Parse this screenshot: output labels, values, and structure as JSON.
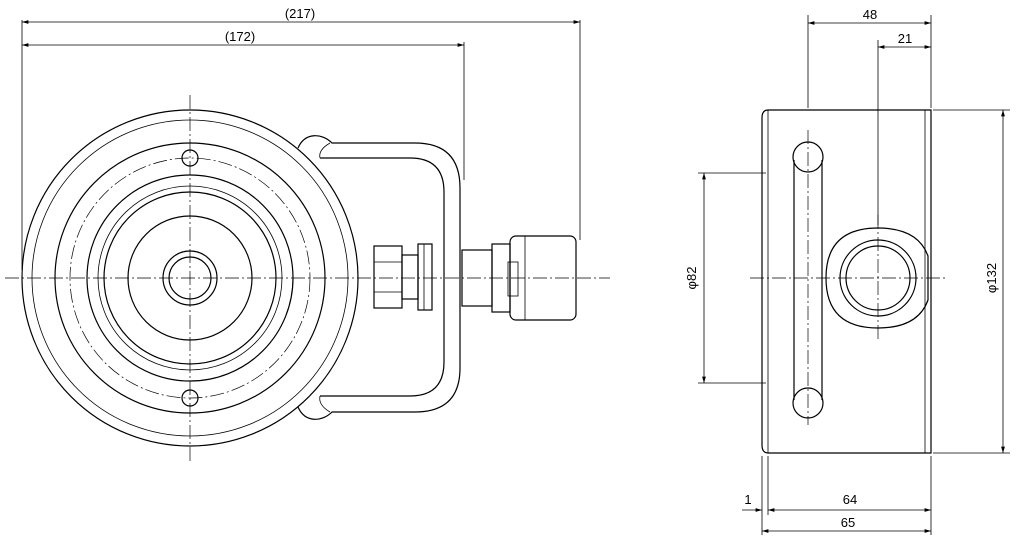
{
  "dimensions": {
    "overall_length": "(217)",
    "body_length": "(172)",
    "top_width": "48",
    "top_offset": "21",
    "diameter_bore": "φ82",
    "diameter_outer": "φ132",
    "bottom_gap": "1",
    "bottom_width": "64",
    "bottom_total": "65"
  },
  "colors": {
    "line": "#000000",
    "background": "#ffffff"
  }
}
